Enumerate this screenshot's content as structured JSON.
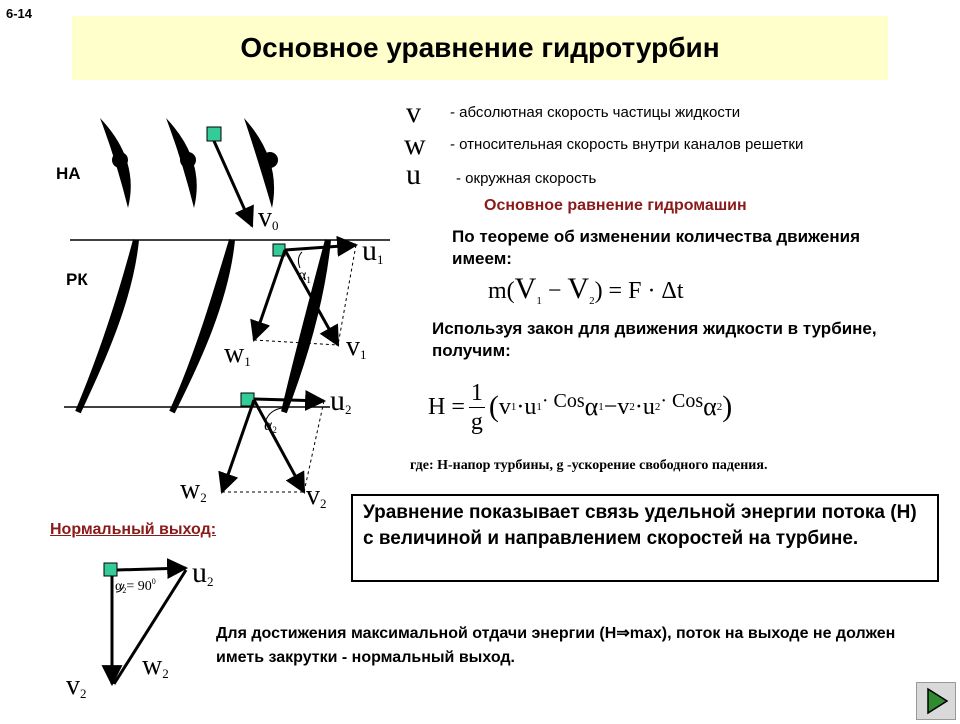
{
  "slide_number": "6-14",
  "title": "Основное уравнение гидротурбин",
  "diagram": {
    "label_na": "НА",
    "label_rk": "РК",
    "v0": "v",
    "v0_sub": "0",
    "u1": "u",
    "u1_sub": "1",
    "v1": "v",
    "v1_sub": "1",
    "w1": "w",
    "w1_sub": "1",
    "alpha1": "α",
    "alpha1_sub": "1",
    "u2": "u",
    "u2_sub": "2",
    "alpha2": "α",
    "alpha2_sub": "2",
    "w2": "w",
    "w2_sub": "2",
    "v2": "v",
    "v2_sub": "2"
  },
  "normal_exit": {
    "label": "Нормальный выход:",
    "u2": "u",
    "u2_sub": "2",
    "alpha": "α",
    "alpha_sub": "2",
    "alpha_eq": "= 90",
    "alpha_deg": "0",
    "v2": "v",
    "v2_sub": "2",
    "w2": "w",
    "w2_sub": "2"
  },
  "definitions": [
    {
      "symbol": "v",
      "text": "- абсолютная скорость частицы жидкости"
    },
    {
      "symbol": "w",
      "text": "- относительная скорость внутри каналов решетки"
    },
    {
      "symbol": "u",
      "text": "- окружная скорость"
    }
  ],
  "subtitle": "Основное равнение гидромашин",
  "momentum_intro": "По теореме об изменении количества движения имеем:",
  "formula1": {
    "m": "m(",
    "v1": "V",
    "s1": "1",
    "minus": " − ",
    "v2": "V",
    "s2": "2",
    "rhs": ") = F · Δt"
  },
  "law_intro": "Используя закон для движения жидкости в турбине, получим:",
  "formula2": {
    "lhs": "H =",
    "num": "1",
    "den": "g",
    "open": "(",
    "t1": "v",
    "t1s": "1",
    "dot1": " · ",
    "t2": "u",
    "t2s": "1",
    "cos1": " · Cos",
    "a1": "α",
    "a1s": "1",
    "minus": " − ",
    "t3": "v",
    "t3s": "2",
    "dot2": " · ",
    "t4": "u",
    "t4s": "2",
    "cos2": " · Cos",
    "a2": "α",
    "a2s": "2",
    "close": ")"
  },
  "where_text": "где: H-напор турбины, g -ускорение свободного падения.",
  "statement": "Уравнение показывает связь удельной энергии потока (H) с величиной и направлением скоростей на турбине.",
  "max_note": {
    "before": "Для достижения максимальной отдачи энергии (H",
    "arrow": "⇒",
    "after": "max), поток на выходе не должен иметь закрутки - нормальный выход."
  },
  "colors": {
    "title_bg": "#ffffcc",
    "square": "#33cc99",
    "red_text": "#8b1a1a",
    "nav_play": "#2e8b2e"
  },
  "icons": {
    "nav": "play-triangle-icon"
  }
}
